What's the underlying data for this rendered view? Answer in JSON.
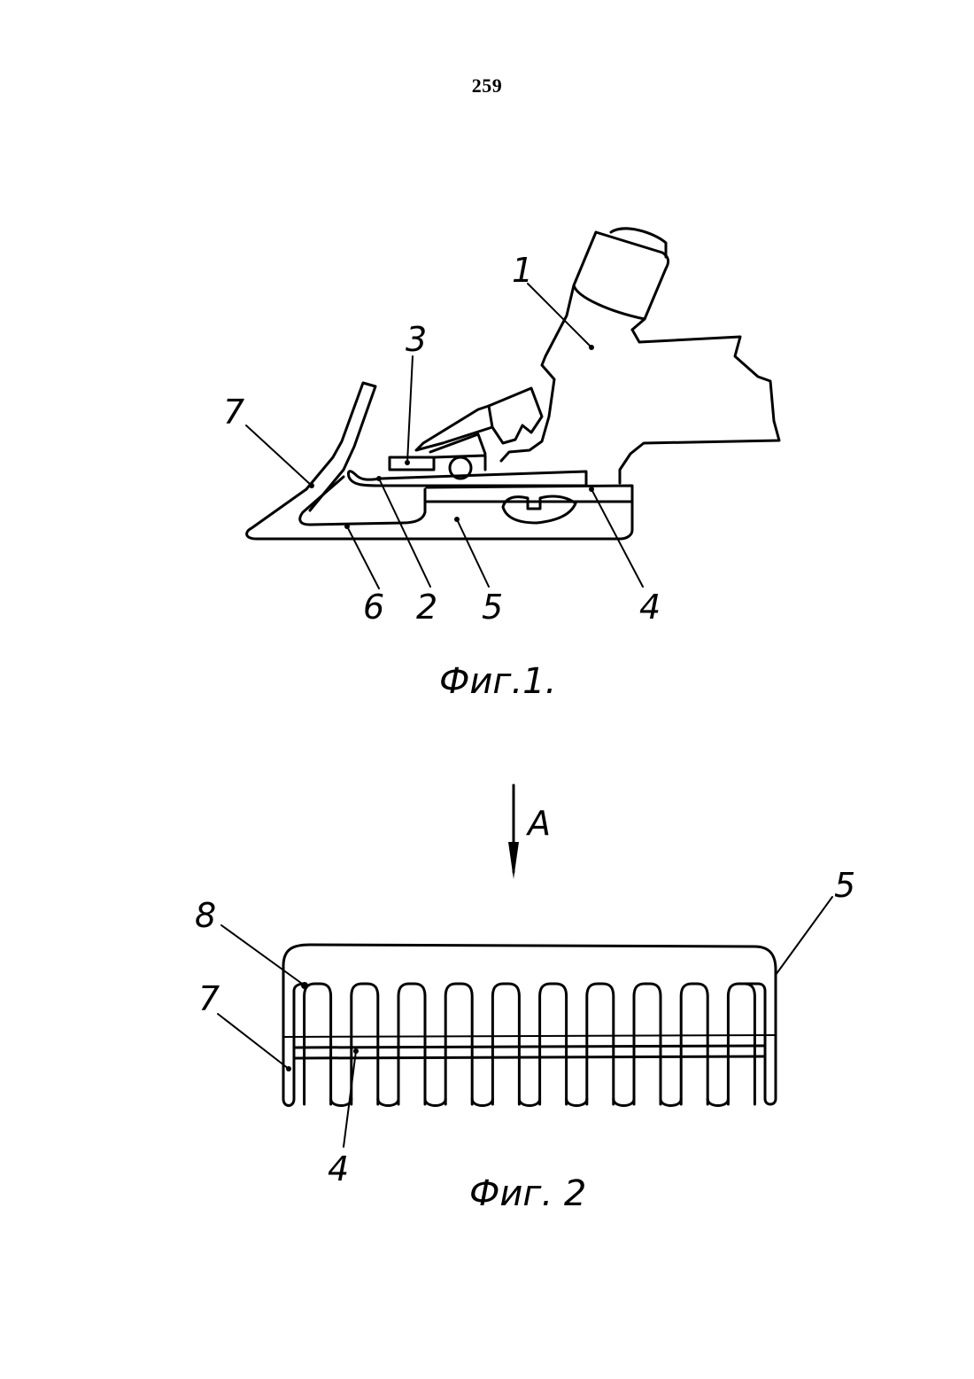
{
  "page_number": "259",
  "figures": [
    {
      "caption": "Фиг.1.",
      "labels": [
        "1",
        "2",
        "3",
        "4",
        "5",
        "6",
        "7"
      ]
    },
    {
      "caption": "Фиг. 2",
      "view_label": "A",
      "labels": [
        "4",
        "5",
        "7",
        "8"
      ]
    }
  ]
}
